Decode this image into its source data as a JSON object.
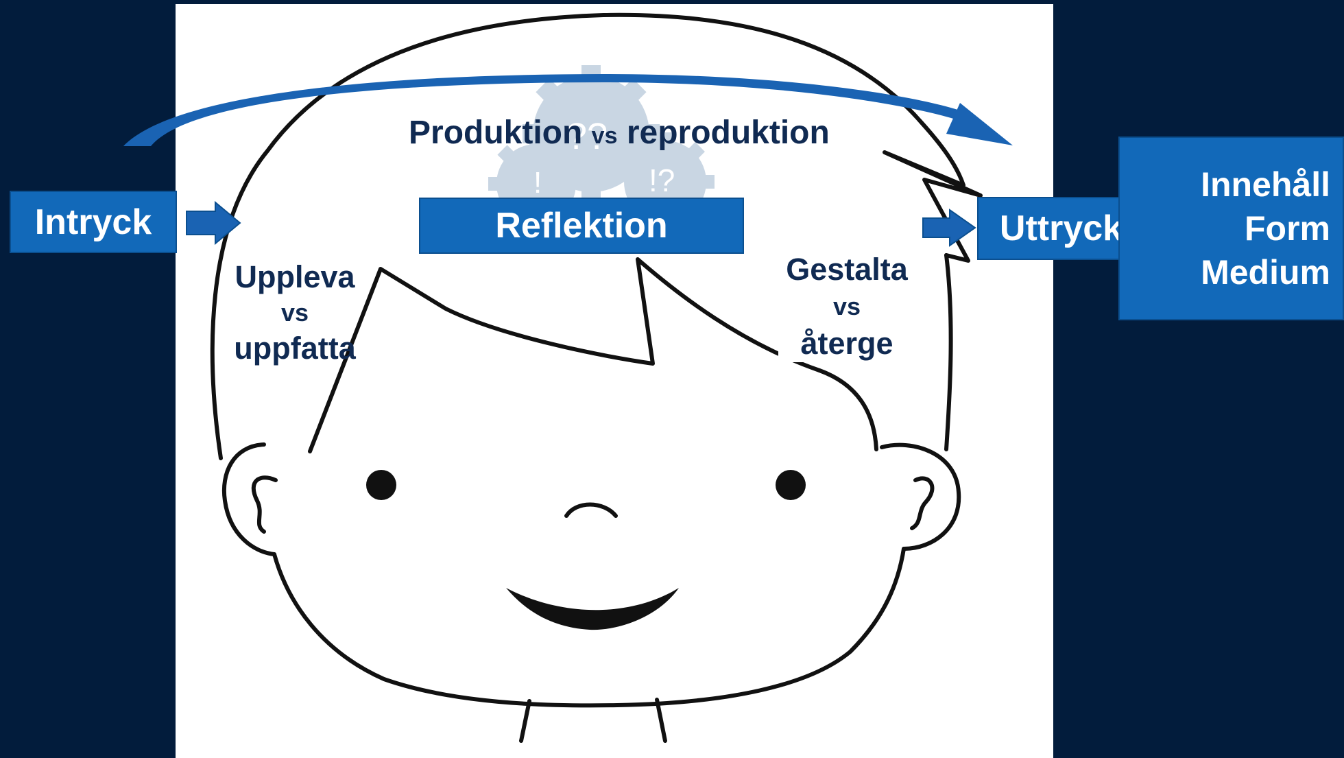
{
  "diagram": {
    "left_box": {
      "label": "Intryck"
    },
    "title": {
      "left": "Produktion",
      "middle": "vs",
      "right": "reproduktion"
    },
    "center_box": {
      "label": "Reflektion"
    },
    "right_box": {
      "label": "Uttryck"
    },
    "far_right_box": {
      "lines": [
        "Innehåll",
        "Form",
        "Medium"
      ]
    },
    "left_caption": {
      "top": "Uppleva",
      "vs": "vs",
      "bottom": "uppfatta"
    },
    "right_caption": {
      "top": "Gestalta",
      "vs": "vs",
      "bottom": "återge"
    },
    "gear_marks": [
      "??",
      "!",
      "!?"
    ],
    "colors": {
      "background": "#021c3c",
      "box_fill": "#1269b9",
      "arrow": "#1a63b3",
      "dark_text": "#102a52",
      "gears": "#c9d6e3"
    }
  }
}
